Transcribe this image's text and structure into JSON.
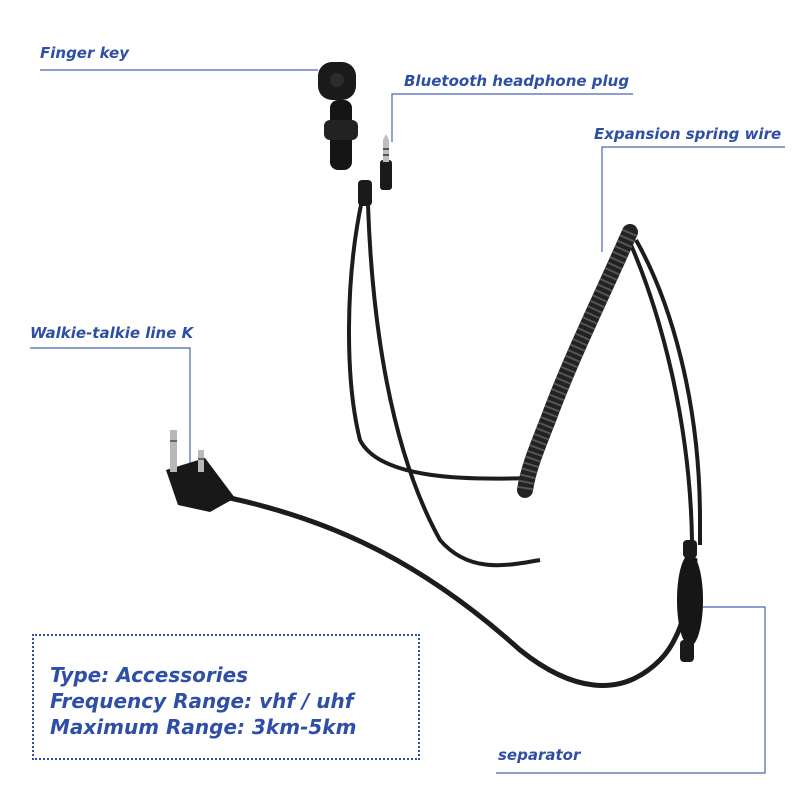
{
  "labels": {
    "finger_key": "Finger key",
    "bluetooth_plug": "Bluetooth headphone plug",
    "spring_wire": "Expansion spring wire",
    "walkie_talkie_k": "Walkie-talkie line K",
    "separator": "separator"
  },
  "specs": [
    "Type: Accessories",
    "Frequency Range: vhf / uhf",
    "Maximum Range: 3km-5km"
  ],
  "colors": {
    "label_text": "#2f4fa6",
    "leader_line": "#4a64b0",
    "cable": "#1c1c1c"
  }
}
